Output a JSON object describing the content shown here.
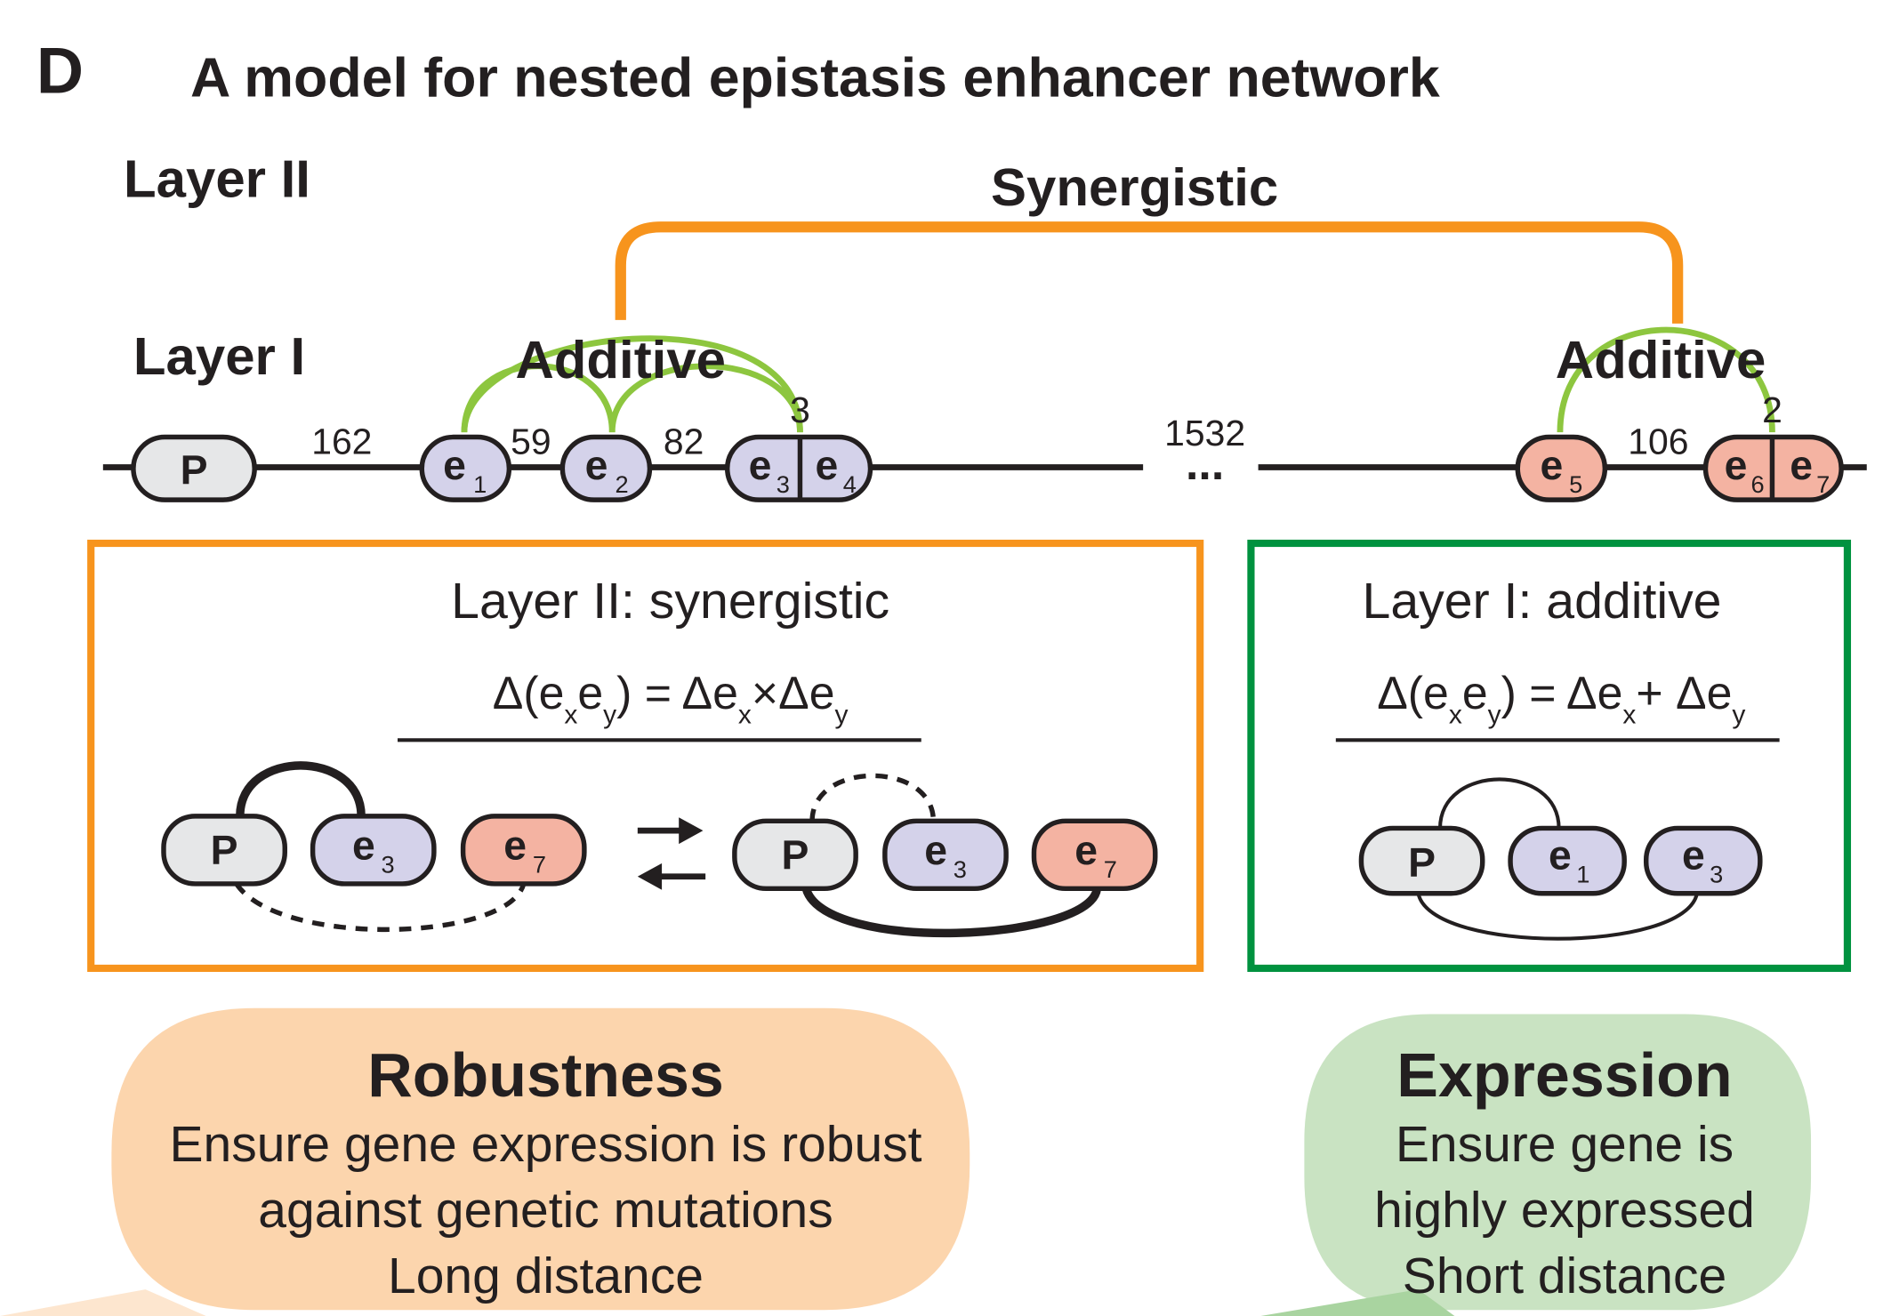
{
  "panel_letter": "D",
  "title": "A model for nested epistasis enhancer network",
  "layers": {
    "layer2": "Layer II",
    "layer1": "Layer I"
  },
  "interactions": {
    "synergistic": "Synergistic",
    "additive_left": "Additive",
    "additive_right": "Additive"
  },
  "track": {
    "promoter": "P",
    "distances": {
      "d_p_e1": "162",
      "d_e1_e2": "59",
      "d_e2_e3": "82",
      "d_e3_e4": "3",
      "gap": "1532",
      "d_e5_e6": "106",
      "d_e6_e7": "2"
    },
    "ellipsis": "..."
  },
  "colors": {
    "synergistic": "#f7941d",
    "additive": "#8dc63f",
    "box_layer2": "#f7941d",
    "box_layer1": "#00923f",
    "enhancer_purple": "#d4d2ea",
    "enhancer_salmon": "#f4b3a2",
    "promoter_grey": "#e6e7e8",
    "robustness_bg": "#fcd5ad",
    "expression_bg": "#c9e3c2"
  },
  "box_layer2": {
    "title": "Layer II: synergistic",
    "formula": "Δ(exey) = Δex×Δey",
    "nodes": {
      "p": "P",
      "e3": "e3",
      "e7": "e7"
    }
  },
  "box_layer1": {
    "title": "Layer I: additive",
    "formula": "Δ(exey) = Δex+ Δey",
    "nodes": {
      "p": "P",
      "e1": "e1",
      "e3": "e3"
    }
  },
  "robustness": {
    "heading": "Robustness",
    "lines": [
      "Ensure gene expression is robust",
      "against genetic mutations",
      "Long distance"
    ]
  },
  "expression": {
    "heading": "Expression",
    "lines": [
      "Ensure gene is",
      "highly expressed",
      "Short distance"
    ]
  }
}
